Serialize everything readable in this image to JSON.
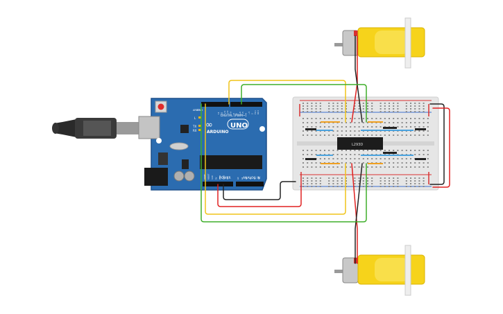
{
  "arduino": {
    "brand": "ARDUINO",
    "model": "UNO",
    "digital_label": "DIGITAL (PWM~)",
    "power_label": "POWER",
    "analog_label": "ANALOG IN",
    "label_l": "L",
    "label_tx": "TX",
    "label_rx": "RX",
    "label_aref": "AREF",
    "label_gnd": "GND",
    "pin_labels_digital": [
      "13",
      "12",
      "~11",
      "~10",
      "~9",
      "8",
      "7",
      "~6",
      "~5",
      "4",
      "~3",
      "2",
      "TX 1",
      "RX 0"
    ],
    "pin_labels_power": [
      "IOREF",
      "RESET",
      "3.3V",
      "5V",
      "GND",
      "GND",
      "Vin"
    ],
    "pin_labels_analog": [
      "A0",
      "A1",
      "A2",
      "A3",
      "A4",
      "A5"
    ]
  },
  "breadboard": {
    "chip_label": "L293D"
  },
  "colors": {
    "board_blue": "#2b6cb0",
    "board_edge": "#1d4f8a",
    "breadboard": "#e8e8e8",
    "motor_yellow": "#f6d31b",
    "wire_red": "#e02020",
    "wire_black": "#222222",
    "wire_green": "#3fae2a",
    "wire_yellow": "#f0c419",
    "rail_red": "#d93030",
    "rail_blue": "#3a6fd0",
    "usb_gray": "#8c8c8c"
  },
  "icons": {
    "usb_plug": "usb-plug-icon",
    "reset_button": "reset-button-icon",
    "infinity_logo": "arduino-infinity-icon"
  }
}
